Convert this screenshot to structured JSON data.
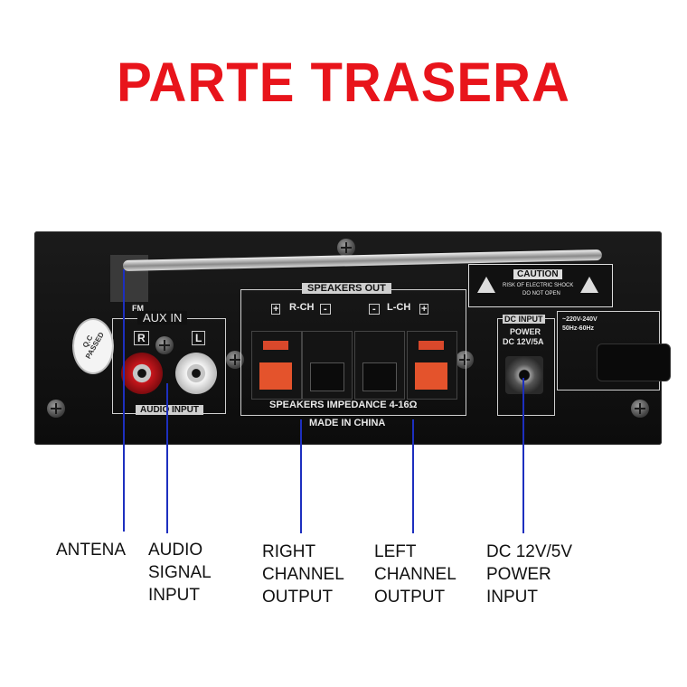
{
  "title": "PARTE TRASERA",
  "device": {
    "fm": "FM",
    "qc": "Q.C PASSED",
    "aux_in": "AUX IN",
    "r": "R",
    "l": "L",
    "audio_input": "AUDIO INPUT",
    "speakers_out": "SPEAKERS OUT",
    "r_ch": "R-CH",
    "l_ch": "L-CH",
    "impedance": "SPEAKERS IMPEDANCE 4-16Ω",
    "made_in": "MADE IN CHINA",
    "caution": "CAUTION",
    "caution_sub": "RISK OF ELECTRIC SHOCK",
    "caution_sub2": "DO NOT OPEN",
    "dc_input": "DC INPUT",
    "power": "POWER",
    "dc_rating": "DC 12V/5A",
    "ac_range": "~220V-240V",
    "ac_freq": "50Hz-60Hz"
  },
  "labels": {
    "antena": "ANTENA",
    "audio": "AUDIO\nSIGNAL\nINPUT",
    "right": "RIGHT\nCHANNEL\nOUTPUT",
    "left": "LEFT\nCHANNEL\nOUTPUT",
    "dc": "DC 12V/5V\nPOWER\nINPUT"
  }
}
